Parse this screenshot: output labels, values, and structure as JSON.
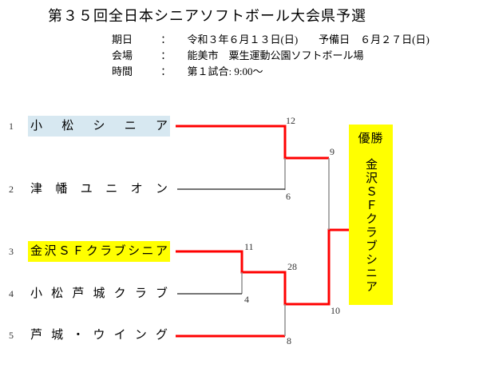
{
  "page": {
    "title": "第３５回全日本シニアソフトボール大会県予選"
  },
  "info": {
    "rows": [
      {
        "label": "期日",
        "sep": "：",
        "value": "令和３年６月１３日(日)　　予備日　６月２７日(日)"
      },
      {
        "label": "会場",
        "sep": "：",
        "value": "能美市　粟生運動公園ソフトボール場"
      },
      {
        "label": "時間",
        "sep": "：",
        "value": "第１試合: 9:00～"
      }
    ]
  },
  "bracket": {
    "teams": [
      {
        "seed": "1",
        "name": "小松シニア",
        "highlight": "#d7e8f1"
      },
      {
        "seed": "2",
        "name": "津幡ユニオン",
        "highlight": ""
      },
      {
        "seed": "3",
        "name": "金沢ＳＦクラブシニア",
        "highlight": "#ffff00"
      },
      {
        "seed": "4",
        "name": "小松芦城クラブ",
        "highlight": ""
      },
      {
        "seed": "5",
        "name": "芦城・ウイング",
        "highlight": ""
      }
    ],
    "scores": {
      "r1_top": "12",
      "r1_bottom": "6",
      "sf_top": "9",
      "r2_top": "11",
      "r2_bottom": "4",
      "r3_top": "28",
      "r3_bottom": "8",
      "sf_bottom": "10"
    },
    "colors": {
      "winner_path": "#ff0000",
      "connector_line": "#909090",
      "team_line": "#222222"
    }
  },
  "champion": {
    "heading": "優勝",
    "name": "金沢ＳＦクラブシニア",
    "bg": "#ffff00"
  }
}
